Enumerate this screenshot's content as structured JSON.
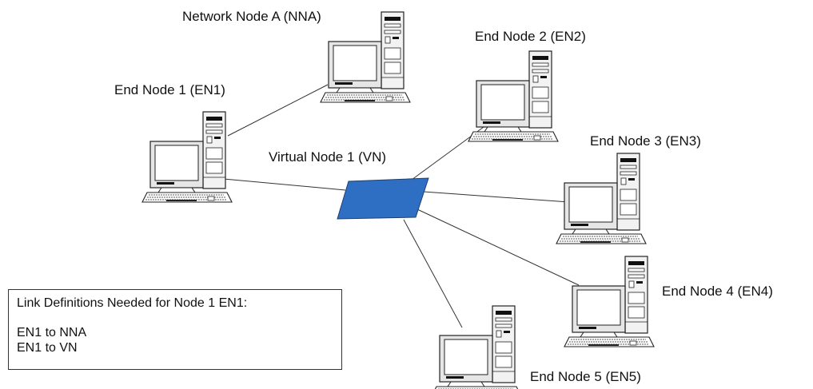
{
  "nodes": {
    "nna": "Network Node A (NNA)",
    "en1": "End Node 1 (EN1)",
    "en2": "End Node 2 (EN2)",
    "en3": "End Node 3 (EN3)",
    "en4": "End Node 4 (EN4)",
    "en5": "End Node 5 (EN5)",
    "vn": "Virtual Node 1 (VN)"
  },
  "legend": {
    "title": "Link Definitions Needed for Node 1 EN1:",
    "items": [
      "EN1 to NNA",
      "EN1 to VN"
    ]
  },
  "colors": {
    "virtual_node_fill": "#2e6fc4",
    "link": "#333333",
    "computer_body": "#f2f2f2",
    "screen": "#ffffff"
  }
}
